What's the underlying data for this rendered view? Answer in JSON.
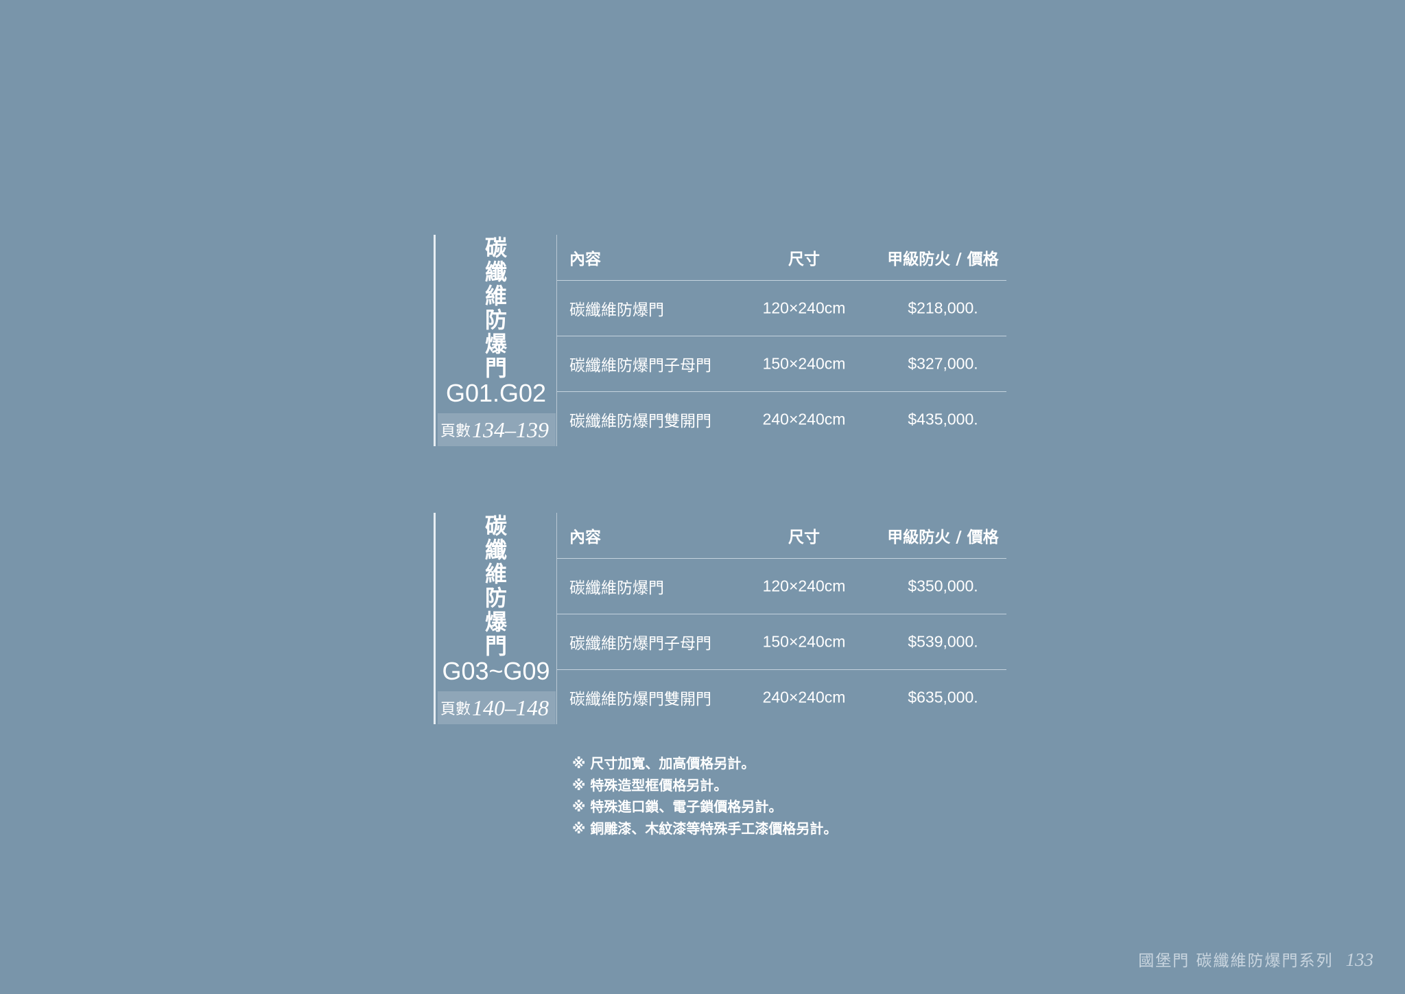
{
  "sections": [
    {
      "title_chars": [
        "碳",
        "纖",
        "維",
        "防",
        "爆",
        "門"
      ],
      "code": "G01.G02",
      "pages_label": "頁數",
      "pages": "134–139",
      "headers": [
        "內容",
        "尺寸",
        "甲級防火 / 價格"
      ],
      "rows": [
        [
          "碳纖維防爆門",
          "120×240cm",
          "$218,000."
        ],
        [
          "碳纖維防爆門子母門",
          "150×240cm",
          "$327,000."
        ],
        [
          "碳纖維防爆門雙開門",
          "240×240cm",
          "$435,000."
        ]
      ]
    },
    {
      "title_chars": [
        "碳",
        "纖",
        "維",
        "防",
        "爆",
        "門"
      ],
      "code": "G03~G09",
      "pages_label": "頁數",
      "pages": "140–148",
      "headers": [
        "內容",
        "尺寸",
        "甲級防火 / 價格"
      ],
      "rows": [
        [
          "碳纖維防爆門",
          "120×240cm",
          "$350,000."
        ],
        [
          "碳纖維防爆門子母門",
          "150×240cm",
          "$539,000."
        ],
        [
          "碳纖維防爆門雙開門",
          "240×240cm",
          "$635,000."
        ]
      ]
    }
  ],
  "notes": [
    "※ 尺寸加寬、加高價格另計。",
    "※ 特殊造型框價格另計。",
    "※ 特殊進口鎖、電子鎖價格另計。",
    "※ 銅雕漆、木紋漆等特殊手工漆價格另計。"
  ],
  "footer": {
    "text": "國堡門 碳纖維防爆門系列",
    "page_number": "133"
  }
}
